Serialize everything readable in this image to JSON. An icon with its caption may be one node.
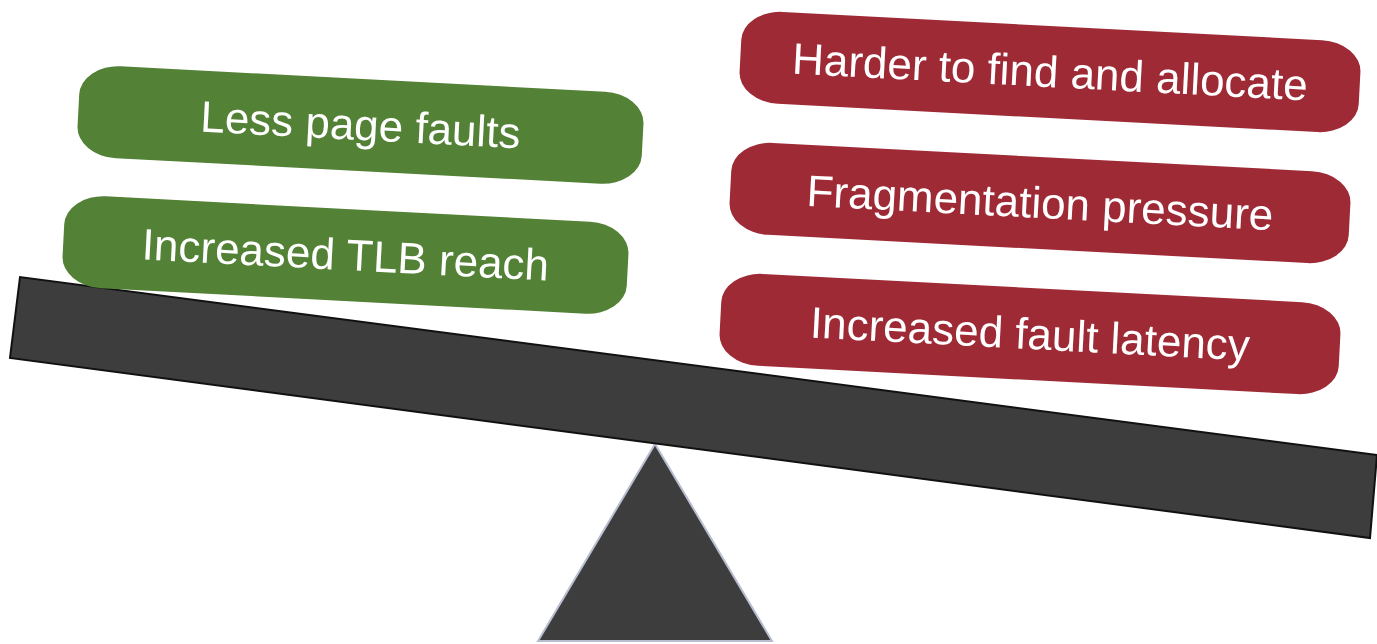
{
  "diagram": {
    "nodes": [
      {
        "text": [
          "Less page faults"
        ]
      },
      {
        "text": [
          "Increased TLB reach"
        ]
      },
      {
        "text": [
          "Harder to find and allocate"
        ]
      },
      {
        "text": [
          "Fragmentation pressure"
        ]
      },
      {
        "text": [
          "Increased fault latency"
        ]
      }
    ]
  }
}
